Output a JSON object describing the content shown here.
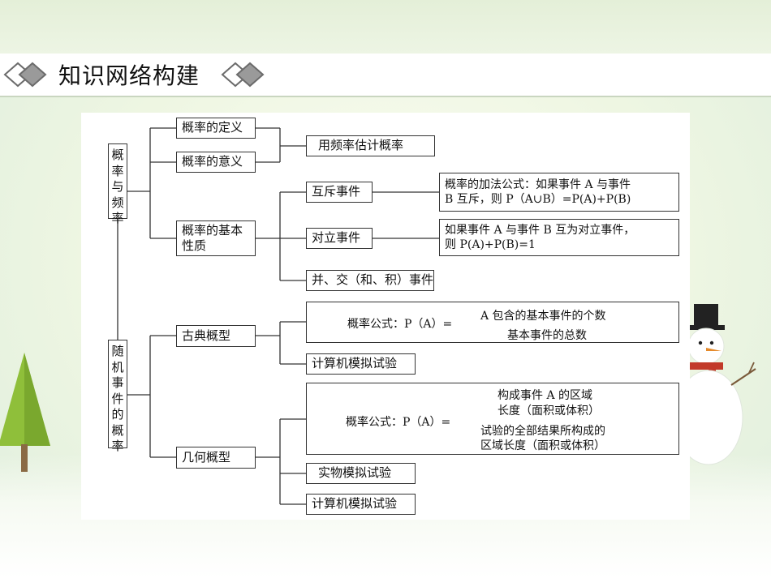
{
  "header": {
    "title": "知识网络构建"
  },
  "diagram": {
    "root_1": [
      "概",
      "率",
      "与",
      "频",
      "率"
    ],
    "root_2": [
      "随",
      "机",
      "事",
      "件",
      "的",
      "概",
      "率"
    ],
    "n_definition": "概率的定义",
    "n_meaning": "概率的意义",
    "n_estimate": "用频率估计概率",
    "n_basic_1": "概率的基本",
    "n_basic_2": "性质",
    "n_mutex": "互斥事件",
    "n_mutex_formula_1": "概率的加法公式：如果事件 A 与事件",
    "n_mutex_formula_2": "B 互斥，则 P（A∪B）=P(A)+P(B)",
    "n_opposite": "对立事件",
    "n_opposite_formula_1": "如果事件 A 与事件 B 互为对立事件，",
    "n_opposite_formula_2": "则 P(A)+P(B)=1",
    "n_union": "并、交（和、积）事件",
    "n_classical": "古典概型",
    "n_classical_label": "概率公式：P（A）=",
    "n_classical_num": "A 包含的基本事件的个数",
    "n_classical_den": "基本事件的总数",
    "n_sim_1": "计算机模拟试验",
    "n_geometric": "几何概型",
    "n_geo_label": "概率公式：P（A）=",
    "n_geo_num_1": "构成事件 A 的区域",
    "n_geo_num_2": "长度（面积或体积）",
    "n_geo_den_1": "试验的全部结果所构成的",
    "n_geo_den_2": "区域长度（面积或体积）",
    "n_physical": "实物模拟试验",
    "n_sim_2": "计算机模拟试验"
  },
  "colors": {
    "header_diamond": "#6b6b6b",
    "line": "#333333",
    "tree": "#8fbf3a"
  }
}
